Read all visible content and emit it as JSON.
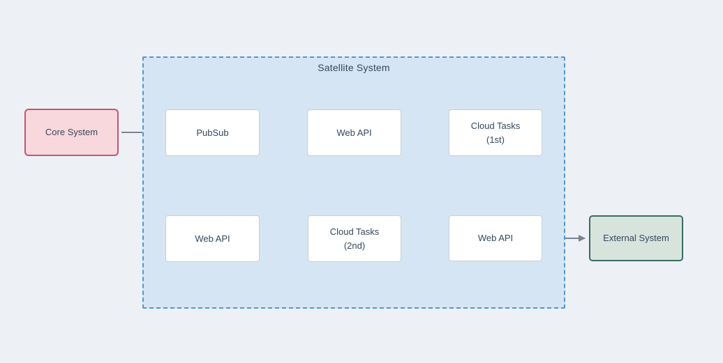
{
  "diagram": {
    "type": "flowchart",
    "group": {
      "title": "Satellite System"
    },
    "nodes": {
      "core_system": {
        "label": "Core System"
      },
      "pubsub": {
        "label": "PubSub"
      },
      "web_api_top": {
        "label": "Web API"
      },
      "cloud_tasks_1st": {
        "line1": "Cloud Tasks",
        "line2": "(1st)"
      },
      "web_api_bottom_left": {
        "label": "Web API"
      },
      "cloud_tasks_2nd": {
        "line1": "Cloud Tasks",
        "line2": "(2nd)"
      },
      "web_api_bottom_right": {
        "label": "Web API"
      },
      "external_system": {
        "label": "External System"
      }
    },
    "edges": [
      {
        "from": "core_system",
        "to": "pubsub"
      },
      {
        "from": "pubsub",
        "to": "web_api_top"
      },
      {
        "from": "web_api_top",
        "to": "cloud_tasks_1st"
      },
      {
        "from": "cloud_tasks_1st",
        "to": "web_api_bottom_left"
      },
      {
        "from": "web_api_bottom_left",
        "to": "cloud_tasks_2nd"
      },
      {
        "from": "cloud_tasks_2nd",
        "to": "web_api_bottom_right"
      },
      {
        "from": "web_api_bottom_right",
        "to": "external_system"
      }
    ],
    "colors": {
      "page_background": "#edf1f6",
      "container_fill": "#d6e5f3",
      "container_border": "#4f97d4",
      "node_fill": "#ffffff",
      "node_border": "#c8ced5",
      "core_fill": "#f9d8dd",
      "core_border": "#c4566d",
      "external_fill": "#d7e4dd",
      "external_border": "#3a6b5c",
      "arrow": "#7a8490",
      "text": "#33475b"
    }
  }
}
